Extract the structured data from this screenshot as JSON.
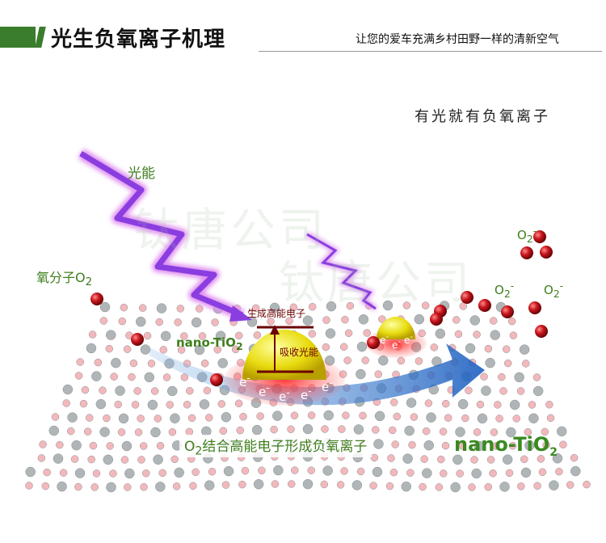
{
  "header": {
    "title": "光生负氧离子机理",
    "slogan": "让您的爱车充满乡村田野一样的清新空气",
    "accent": "#3a7d2c"
  },
  "subtitle": "有光就有负氧离子",
  "watermark": "钛唐公司",
  "labels": {
    "light_energy": "光能",
    "oxygen_molecule": "氧分子O",
    "oxygen_sub": "2",
    "high_energy_electron": "生成高能电子",
    "nano": "nano-TiO",
    "nano_sub": "2",
    "absorb": "吸收光能",
    "electron": "e",
    "electron_sup": "-",
    "o2": "O",
    "o2_sub": "2",
    "o2_sup": "-",
    "bottom_o": "O",
    "bottom_sub": "2",
    "bottom_text": "结合高能电子形成负氧离子",
    "nano2": "nano-TiO",
    "nano2_sub": "2"
  }
}
